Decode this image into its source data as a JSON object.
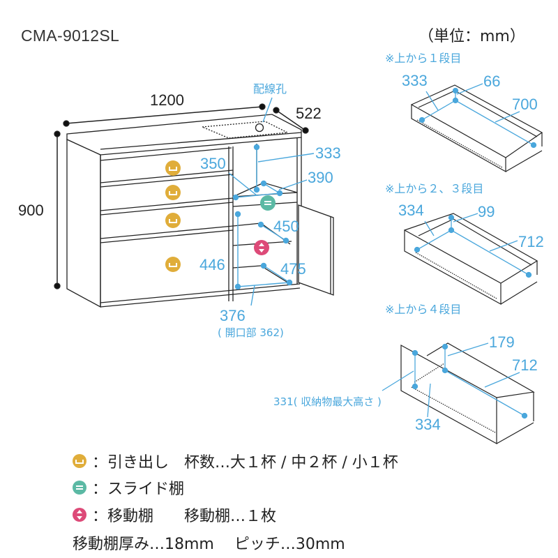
{
  "header": {
    "model": "CMA-9012SL",
    "unit": "（単位：mm）"
  },
  "colors": {
    "drawer": "#e0ad3a",
    "slide_shelf": "#5bb9a4",
    "movable_shelf": "#dd4a78",
    "dimension_blue": "#4aa7dc",
    "outline": "#222222"
  },
  "cabinet": {
    "width": "1200",
    "depth": "522",
    "height": "900",
    "cable_hole_label": "配線孔",
    "upper_niche": {
      "height": "333",
      "width": "350",
      "depth": "390"
    },
    "lower_cabinet": {
      "depth_mid": "450",
      "height": "446",
      "depth_bottom": "475",
      "width": "376",
      "opening": "( 開口部 362)"
    }
  },
  "drawers": [
    {
      "caption": "※上から１段目",
      "width": "333",
      "height": "66",
      "depth": "700"
    },
    {
      "caption": "※上から２、３段目",
      "width": "334",
      "height": "99",
      "depth": "712"
    },
    {
      "caption": "※上から４段目",
      "width": "334",
      "height": "179",
      "depth": "712",
      "max_height_note": "331( 収納物最大高さ )"
    }
  ],
  "legend": [
    {
      "icon": "drawer-icon",
      "text": "：引き出し　杯数…大１杯 / 中２杯 / 小１杯"
    },
    {
      "icon": "slide-shelf-icon",
      "text": "：スライド棚"
    },
    {
      "icon": "movable-shelf-icon",
      "text": "：移動棚　　移動棚…１枚"
    }
  ],
  "footnote": "移動棚厚み…18mm　 ピッチ…30mm"
}
